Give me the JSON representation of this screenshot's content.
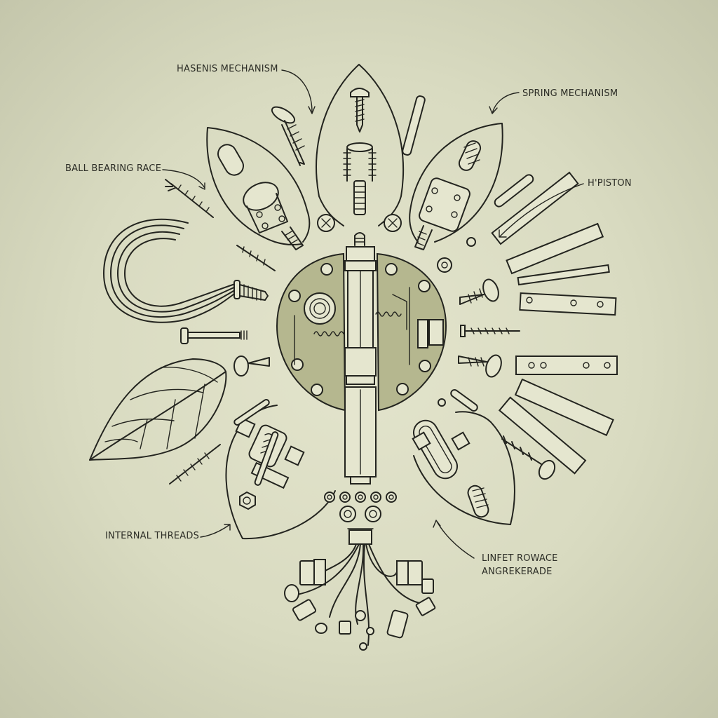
{
  "diagram": {
    "type": "exploded-view mechanical illustration",
    "colors": {
      "background": "#d9dbc1",
      "ink": "#23241f",
      "accent_olive": "#b5b78f",
      "accent_light": "#c9cba4"
    },
    "labels": [
      {
        "id": "hasenis",
        "text": "HASENIS MECHANISM"
      },
      {
        "id": "spring",
        "text": "SPRING MECHANISM"
      },
      {
        "id": "ball_bearing",
        "text": "BALL BEARING RACE"
      },
      {
        "id": "piston",
        "text": "H'PISTON"
      },
      {
        "id": "internal_threads",
        "text": "INTERNAL THREADS"
      },
      {
        "id": "linfet_line1",
        "text": "LINFET ROWACE"
      },
      {
        "id": "linfet_line2",
        "text": "ANGREKERADE"
      }
    ],
    "components": [
      "central-housing-disc",
      "center-shaft",
      "top-leaf-spring-screw",
      "upper-left-leaf-cam-bolt",
      "upper-right-leaf-clamp",
      "lower-left-leaf-bracket",
      "lower-right-leaf-clip",
      "coiled-cable",
      "vein-leaf",
      "hinge-plates",
      "wire-harness",
      "washers",
      "screws"
    ]
  }
}
